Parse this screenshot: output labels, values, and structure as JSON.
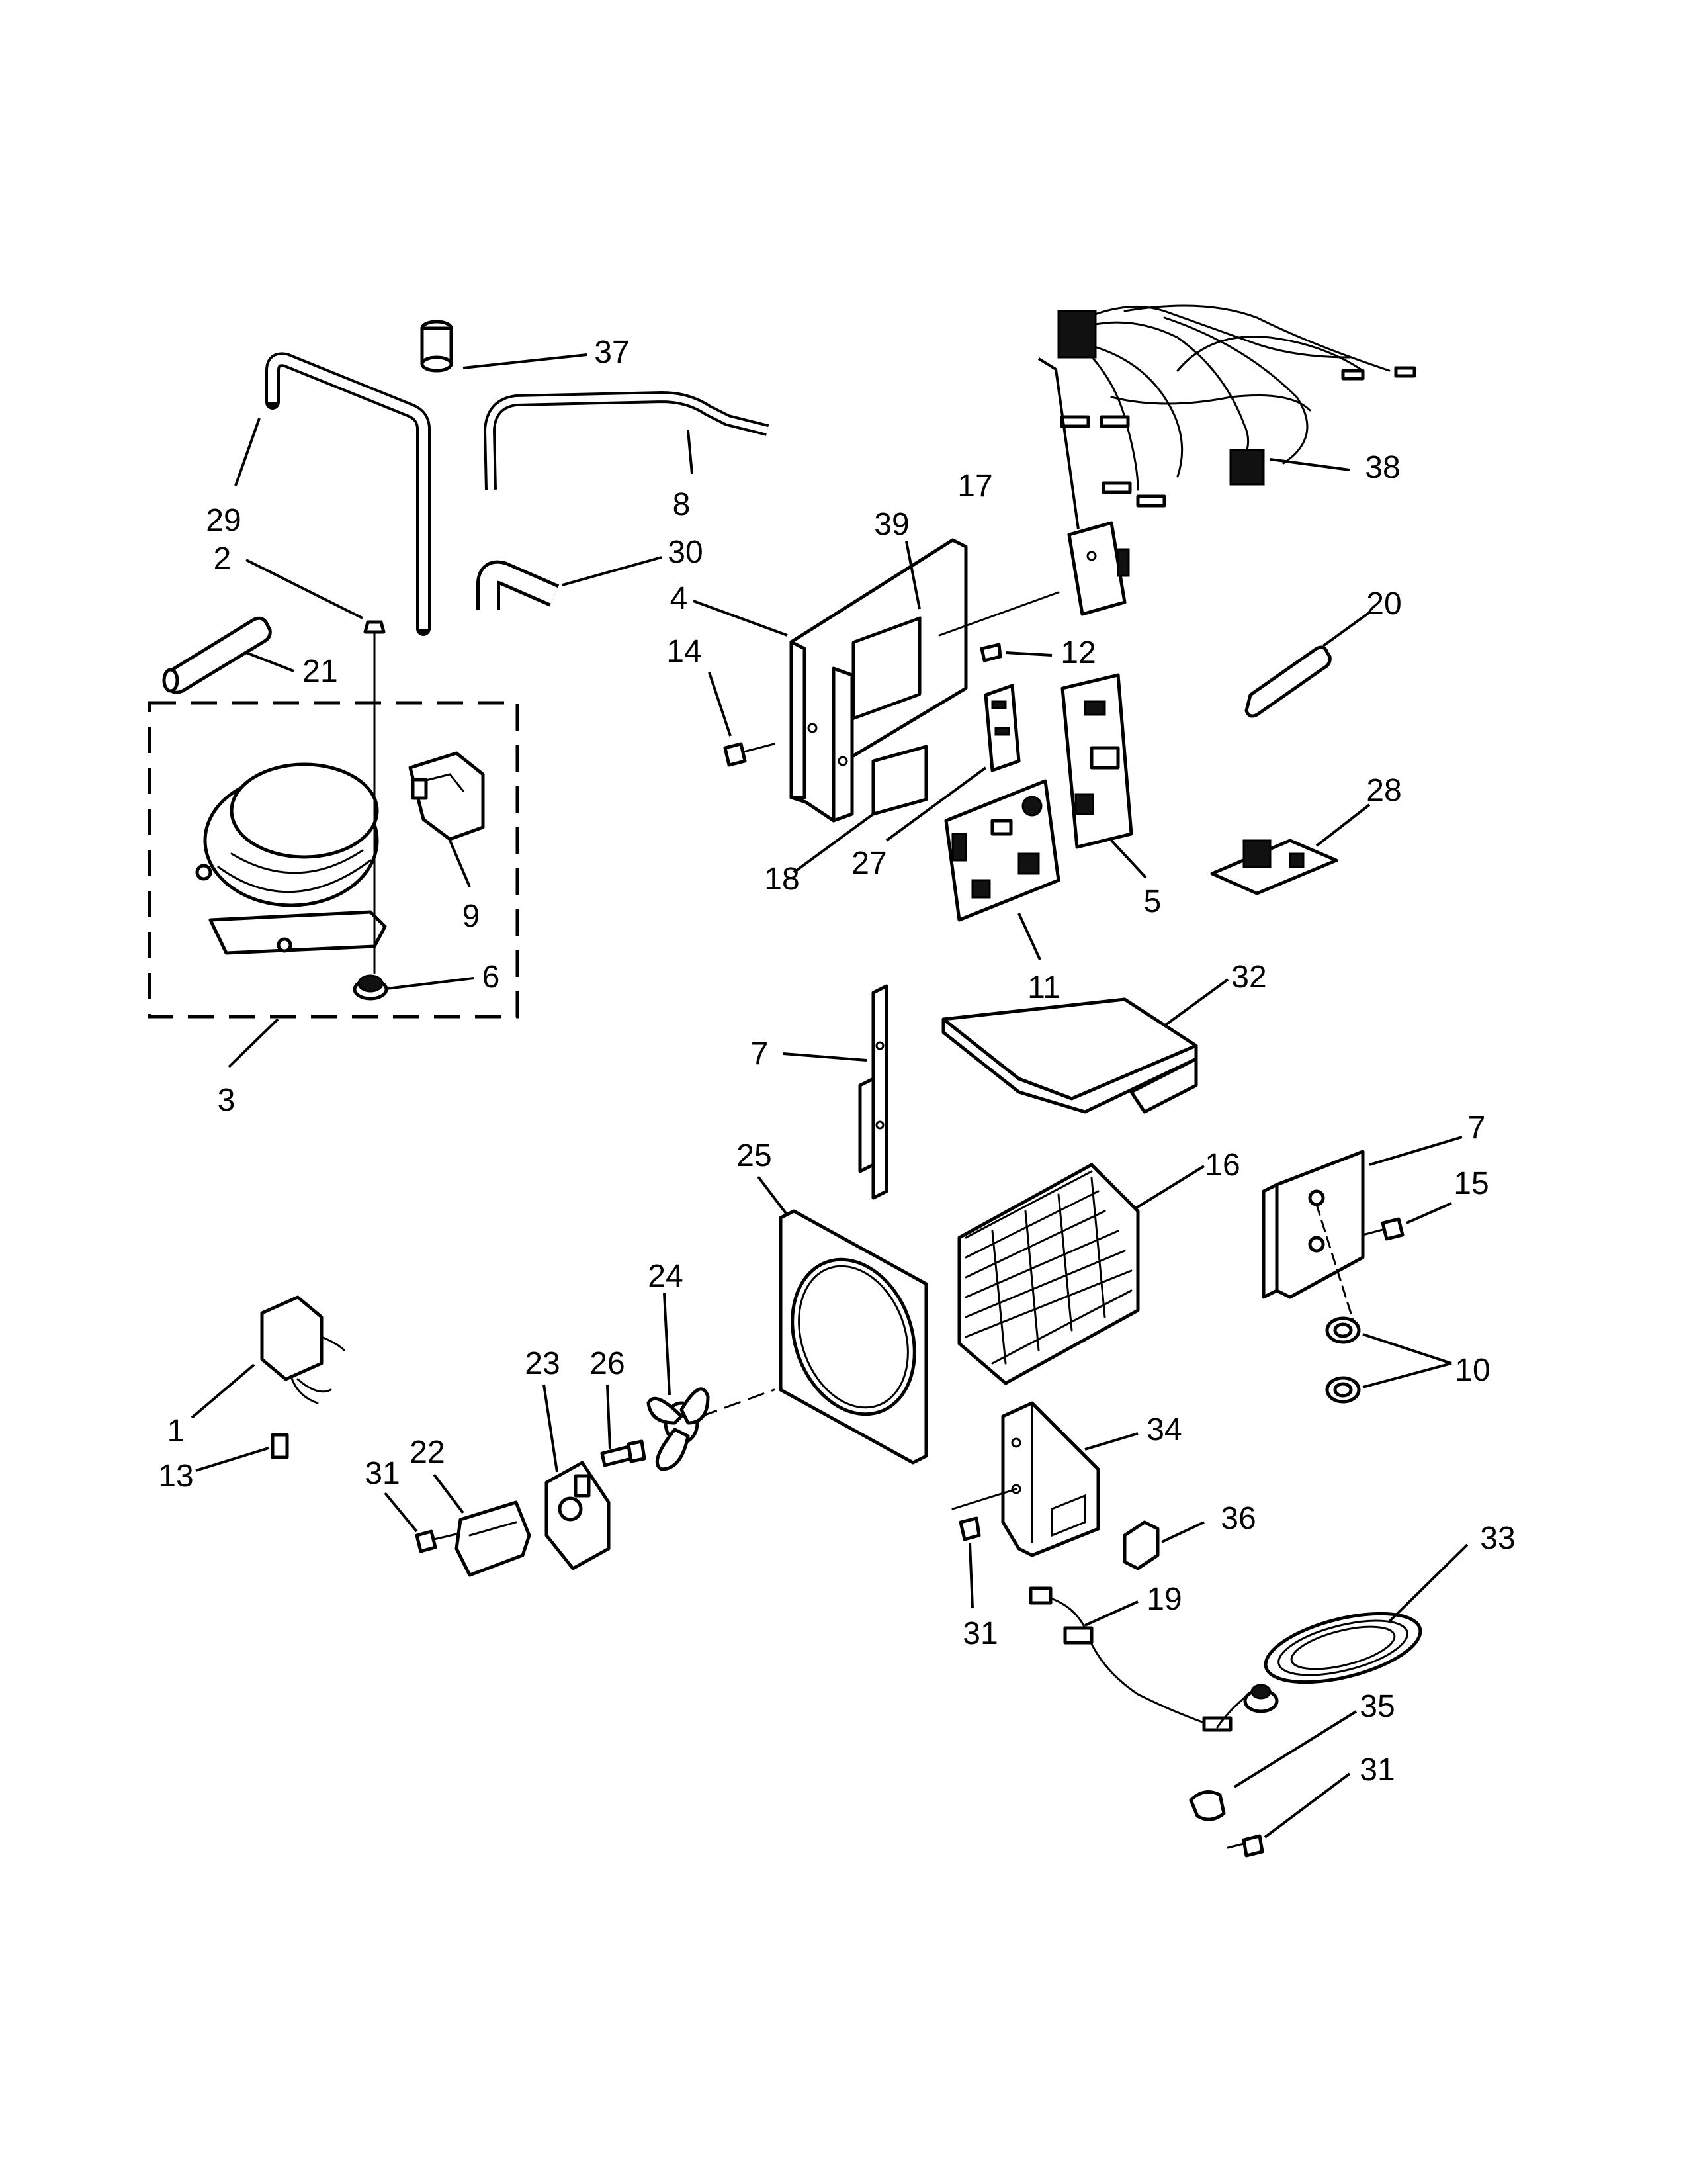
{
  "callouts": {
    "c1": "1",
    "c2": "2",
    "c3": "3",
    "c4": "4",
    "c5": "5",
    "c6": "6",
    "c7a": "7",
    "c7b": "7",
    "c8": "8",
    "c9": "9",
    "c10": "10",
    "c11": "11",
    "c12": "12",
    "c13": "13",
    "c14": "14",
    "c15": "15",
    "c16": "16",
    "c17": "17",
    "c18": "18",
    "c19": "19",
    "c20": "20",
    "c21": "21",
    "c22": "22",
    "c23": "23",
    "c24": "24",
    "c25": "25",
    "c26": "26",
    "c27": "27",
    "c28": "28",
    "c29": "29",
    "c30": "30",
    "c31a": "31",
    "c31b": "31",
    "c31c": "31",
    "c32": "32",
    "c33": "33",
    "c34": "34",
    "c35": "35",
    "c36": "36",
    "c37": "37",
    "c38": "38",
    "c39": "39"
  }
}
